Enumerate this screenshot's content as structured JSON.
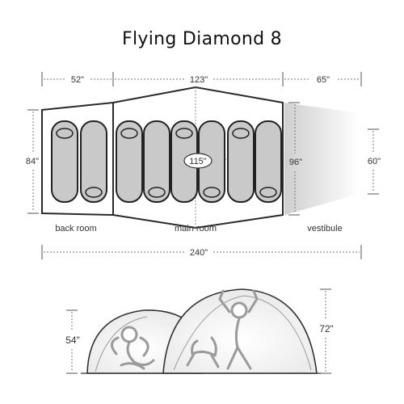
{
  "title": "Flying Diamond 8",
  "dimensions": {
    "back_room_width": "52\"",
    "main_room_width": "123\"",
    "vestibule_width": "65\"",
    "back_room_depth": "84\"",
    "main_room_depth": "96\"",
    "vestibule_depth": "60\"",
    "sleeping_width": "115\"",
    "total_length": "240\"",
    "back_room_height": "54\"",
    "main_room_height": "72\""
  },
  "rooms": {
    "back": "back room",
    "main": "main room",
    "vestibule": "vestibule"
  },
  "colors": {
    "outline": "#2a2a2a",
    "sleeping_bag": "#c9c9c9",
    "vestibule_shade": "#d4d4d4",
    "dome": "#f2f2f2"
  },
  "icons": [
    "sleeping-bag-icon",
    "sitting-person-icon",
    "standing-person-icon",
    "dog-icon"
  ]
}
